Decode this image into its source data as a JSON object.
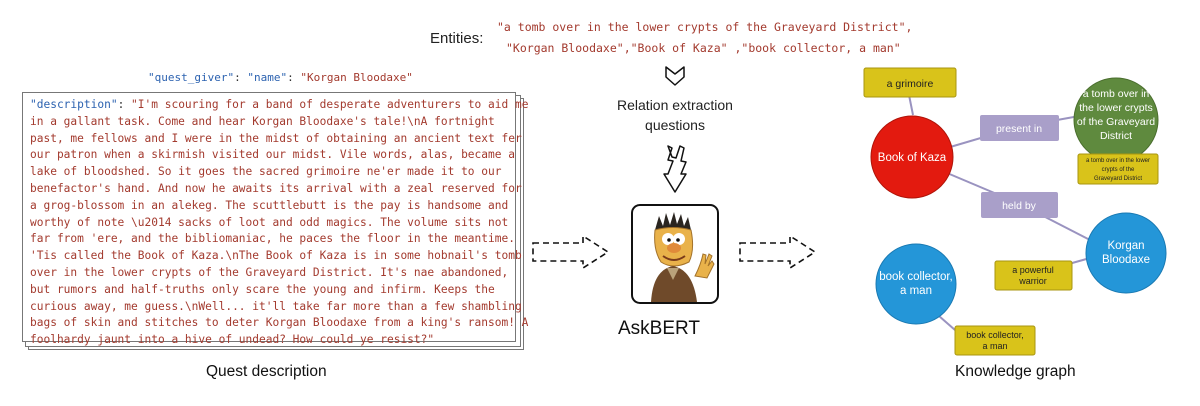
{
  "entities": {
    "label": "Entities:",
    "line1": "\"a tomb over in the lower crypts of the Graveyard District\",",
    "line2": "\"Korgan Bloodaxe\",\"Book of Kaza\" ,\"book collector, a man\""
  },
  "quest_giver": {
    "key": "\"quest_giver\"",
    "name_key": "\"name\"",
    "name_value": "\"Korgan Bloodaxe\""
  },
  "description": {
    "key": "\"description\"",
    "lines": [
      "\"I'm scouring for a band of desperate adventurers to aid me",
      "in a gallant task. Come and hear Korgan Bloodaxe's tale!\\nA fortnight",
      "past, me fellows and I were in the midst of obtaining an ancient text fer",
      "our patron when a skirmish visited our midst. Vile words, alas, became a",
      "lake of bloodshed. So it goes the sacred grimoire ne'er made it to our",
      "benefactor's hand. And now he awaits its arrival with a zeal reserved for",
      "a grog-blossom in an alekeg. The scuttlebutt is the pay is handsome and",
      "worthy of note \\u2014 sacks of loot and odd magics. The volume sits not",
      "far from 'ere, and the bibliomaniac, he paces the floor in the meantime.",
      "'Tis called the Book of Kaza.\\nThe Book of Kaza is in some hobnail's tomb",
      "over in the lower crypts of the Graveyard District. It's nae abandoned,",
      "but rumors and half-truths only scare the young and infirm. Keeps the",
      "curious away, me guess.\\nWell... it'll take far more than a few shambling",
      "bags of skin and stitches to deter Korgan Bloodaxe from a king's ransom! A",
      "foolhardy jaunt into a hive of undead? How could ye resist?\""
    ]
  },
  "captions": {
    "quest": "Quest description",
    "askbert": "AskBERT",
    "kg": "Knowledge graph",
    "relation_line1": "Relation extraction",
    "relation_line2": "questions"
  },
  "graph": {
    "nodes": {
      "book": "Book of Kaza",
      "tomb": [
        "a tomb over in",
        "the lower crypts",
        "of the Graveyard",
        "District"
      ],
      "korgan": [
        "Korgan",
        "Bloodaxe"
      ],
      "collector": [
        "book collector,",
        "a man"
      ]
    },
    "labels": {
      "grimoire": "a grimoire",
      "present_in": "present in",
      "held_by": "held by",
      "tomb_small": [
        "a tomb over in the lower",
        "crypts of the",
        "Graveyard District"
      ],
      "powerful": [
        "a powerful",
        "warrior"
      ],
      "collector_small": [
        "book collector,",
        "a man"
      ]
    },
    "colors": {
      "book": "#e31a0f",
      "tomb": "#5f8a3e",
      "person": "#2496d8",
      "label_yellow": "#d9c31a",
      "relation": "#a99fc9",
      "edge": "#9a93c0"
    }
  }
}
